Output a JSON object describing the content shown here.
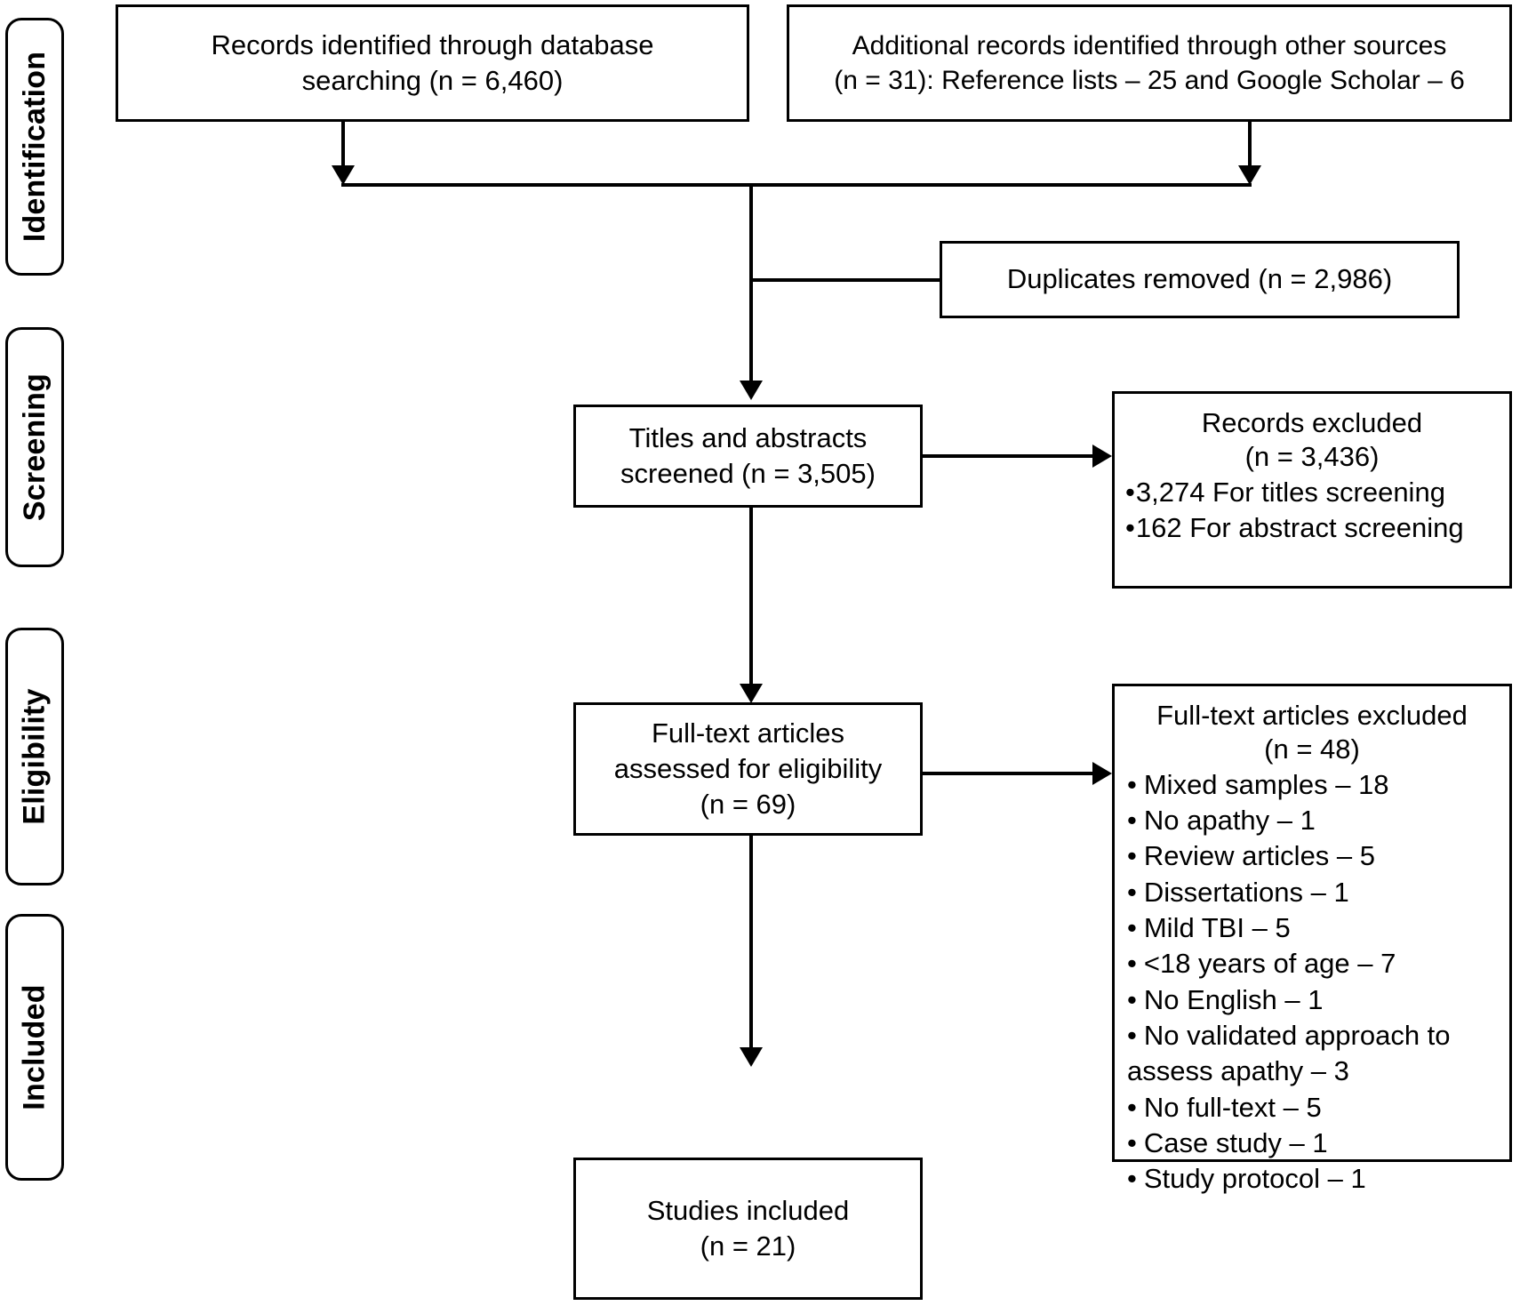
{
  "diagram": {
    "title": "PRISMA flow diagram of study selection",
    "type": "prisma-flow-diagram",
    "colors": {
      "line": "#000000",
      "background": "#ffffff",
      "text": "#000000"
    }
  },
  "phases": [
    {
      "id": "identification",
      "label": "Identification"
    },
    {
      "id": "screening",
      "label": "Screening"
    },
    {
      "id": "eligibility",
      "label": "Eligibility"
    },
    {
      "id": "included",
      "label": "Included"
    }
  ],
  "boxes": {
    "database_search": {
      "line1": "Records identified through database",
      "line2": "searching (n = 6,460)"
    },
    "other_sources": {
      "line1": "Additional records identified through other sources",
      "line2": "(n = 31): Reference lists – 25 and Google Scholar – 6"
    },
    "duplicates_removed": {
      "line1": "Duplicates removed (n = 2,986)"
    },
    "titles_abstracts": {
      "line1": "Titles and abstracts",
      "line2": "screened (n = 3,505)"
    },
    "records_excluded": {
      "header_line1": "Records excluded",
      "header_line2": "(n = 3,436)",
      "items": [
        "3,274 For titles screening",
        "162 For abstract screening"
      ]
    },
    "fulltext_assessed": {
      "line1": "Full-text articles",
      "line2": "assessed for eligibility",
      "line3": "(n = 69)"
    },
    "fulltext_excluded": {
      "header_line1": "Full-text articles excluded",
      "header_line2": "(n = 48)",
      "items": [
        "Mixed samples – 18",
        "No apathy – 1",
        "Review articles – 5",
        "Dissertations – 1",
        "Mild TBI – 5",
        "<18 years of age – 7",
        "No English – 1",
        "No validated approach to assess apathy – 3",
        "No full-text – 5",
        "Case study – 1",
        "Study protocol – 1"
      ]
    },
    "studies_included": {
      "line1": "Studies included",
      "line2": "(n =  21)"
    }
  },
  "bullet_glyph": "•"
}
